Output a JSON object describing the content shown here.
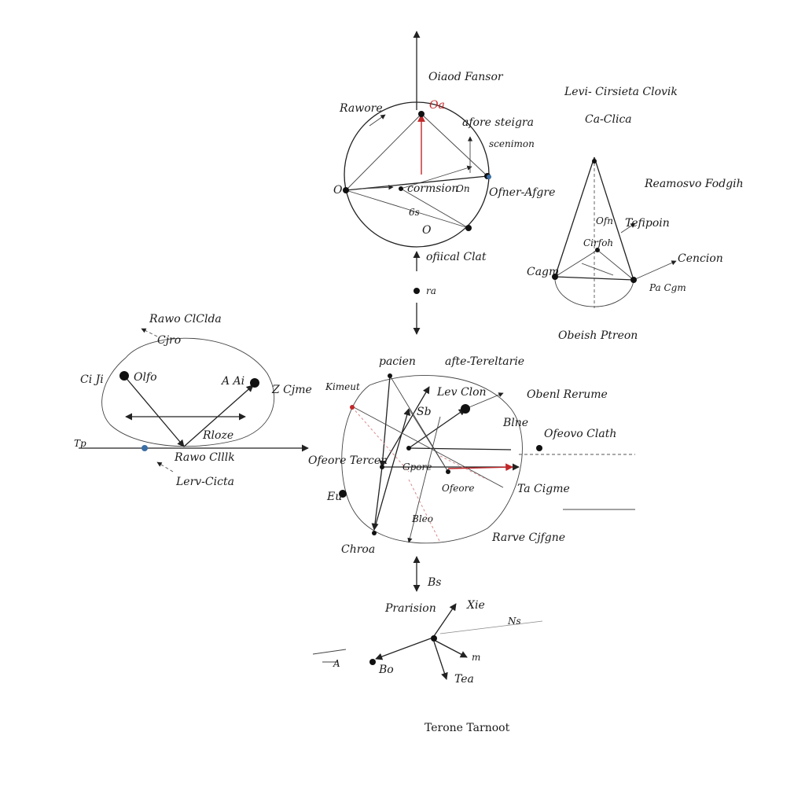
{
  "colors": {
    "ink": "#1a1a1a",
    "accent_red": "#c0282a",
    "accent_blue": "#3a6ea5",
    "paper": "#ffffff"
  },
  "top_circle": {
    "title": "Oiaod Fansor",
    "labels": [
      "Rawore",
      "Oa",
      "afore steigra",
      "scenimon",
      "O",
      "cormsion",
      "On",
      "Ofner-Afgre",
      "6s",
      "O",
      "ofiical Clat",
      "ra"
    ]
  },
  "cone": {
    "title": "Levi- Cirsieta Clovik",
    "subtitle": "Ca-Clica",
    "labels": [
      "Reamosvo Fodgih",
      "Ofn",
      "Tefipoin",
      "Cirfoh",
      "Cencion",
      "Cagm",
      "Pa Cgm",
      "Obeish Ptreon"
    ]
  },
  "left_loop": {
    "labels": [
      "Rawo ClClda",
      "Cjro",
      "Ci Ji",
      "Olfo",
      "A Ai",
      "Z Cjme",
      "Rloze",
      "Tp",
      "Rawo Clllk",
      "Lerv-Cicta"
    ]
  },
  "center_network": {
    "labels": [
      "pacien",
      "afte-Tereltarie",
      "Kimeut",
      "Lev Clon",
      "Obenl Rerume",
      "Sb",
      "Blne",
      "Ofeovo Clath",
      "Ofeore Tercen",
      "Gpore",
      "Eu",
      "Ofeore",
      "Ta Cigme",
      "Bleo",
      "Rarve Cjfgne",
      "Chroa"
    ]
  },
  "bottom_vectors": {
    "labels": [
      "Bs",
      "Prarision",
      "Xie",
      "Ns",
      "A",
      "Bo",
      "m",
      "Tea"
    ]
  },
  "footer": {
    "text": "Terone Tarnoot"
  }
}
